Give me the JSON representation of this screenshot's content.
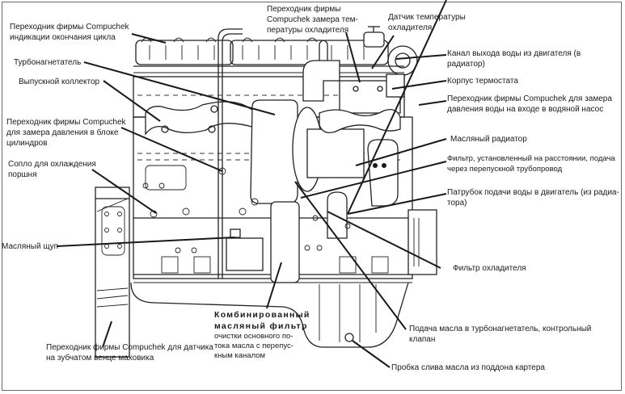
{
  "figure": {
    "subject": "Engine side view with Compuchek fittings and components",
    "labels": [
      {
        "id": "cycle-end-adapter",
        "text": "Переходник фирмы Compuchek\nиндикации окончания цикла"
      },
      {
        "id": "turbocharger",
        "text": "Турбонагнетатель"
      },
      {
        "id": "exhaust-manifold",
        "text": "Выпускной коллектор"
      },
      {
        "id": "block-pressure-adapter",
        "text": "Переходник фирмы Compuchek\nдля замера давления в блоке\nцилиндров"
      },
      {
        "id": "piston-cooling-nozzle",
        "text": "Сопло для охлаждения\nпоршня"
      },
      {
        "id": "oil-dipstick",
        "text": "Масляный щуп"
      },
      {
        "id": "flywheel-sensor-adapter",
        "text": "Переходник фирмы Compuchek для датчика\nна зубчатом венце маховика"
      },
      {
        "id": "combined-oil-filter-title",
        "text": "Комбинированный\nмасляный фильтр"
      },
      {
        "id": "combined-oil-filter-desc",
        "text": "очистки основного по-\nтока масла с перепус-\nкным каналом"
      },
      {
        "id": "coolant-temp-adapter",
        "text": "Переходник фирмы\nCompuchek замера тем-\nпературы охладителя"
      },
      {
        "id": "coolant-temp-sensor",
        "text": "Датчик температуры\nохладителя"
      },
      {
        "id": "water-outlet",
        "text": "Канал выхода воды из двигателя (в\nрадиатор)"
      },
      {
        "id": "thermostat-housing",
        "text": "Корпус термостата"
      },
      {
        "id": "water-pump-pressure-adapter",
        "text": "Переходник фирмы Compuchek для замера\nдавления воды на входе в водяной насос"
      },
      {
        "id": "oil-cooler",
        "text": "Масляный радиатор"
      },
      {
        "id": "remote-filter",
        "text": "Фильтр, установленный на расстоянии, подача\nчерез перепускной трубопровод"
      },
      {
        "id": "water-inlet",
        "text": "Патрубок подачи воды в двигатель (из радиа-\nтора)"
      },
      {
        "id": "coolant-filter",
        "text": "Фильтр охладителя"
      },
      {
        "id": "turbo-oil-supply",
        "text": "Подача масла в турбонагнетатель, контрольный\nклапан"
      },
      {
        "id": "oil-drain-plug",
        "text": "Пробка слива масла из поддона картера"
      }
    ]
  }
}
